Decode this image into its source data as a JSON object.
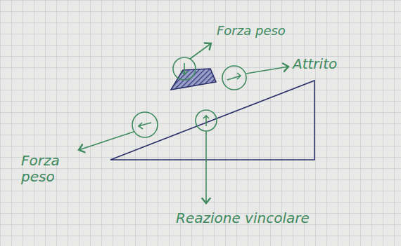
{
  "diagram": {
    "labels": [
      "Forza peso",
      "Attrito",
      "Forza peso",
      "Reazione vincolare"
    ]
  }
}
